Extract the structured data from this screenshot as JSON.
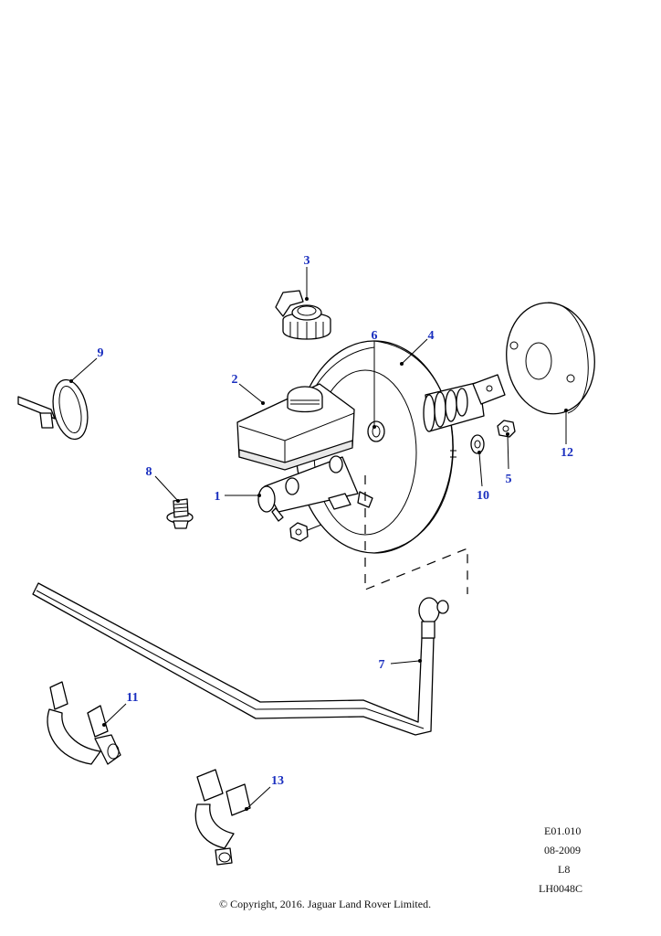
{
  "callouts": {
    "c1": "1",
    "c2": "2",
    "c3": "3",
    "c4": "4",
    "c5": "5",
    "c6": "6",
    "c7": "7",
    "c8": "8",
    "c9": "9",
    "c10": "10",
    "c11": "11",
    "c12": "12",
    "c13": "13"
  },
  "reference": {
    "code": "E01.010",
    "date": "08-2009",
    "model": "L8",
    "drawing": "LH0048C"
  },
  "copyright": "© Copyright, 2016. Jaguar Land Rover Limited.",
  "colors": {
    "callout": "#1a2fbf",
    "line": "#000000",
    "paper": "#ffffff"
  }
}
